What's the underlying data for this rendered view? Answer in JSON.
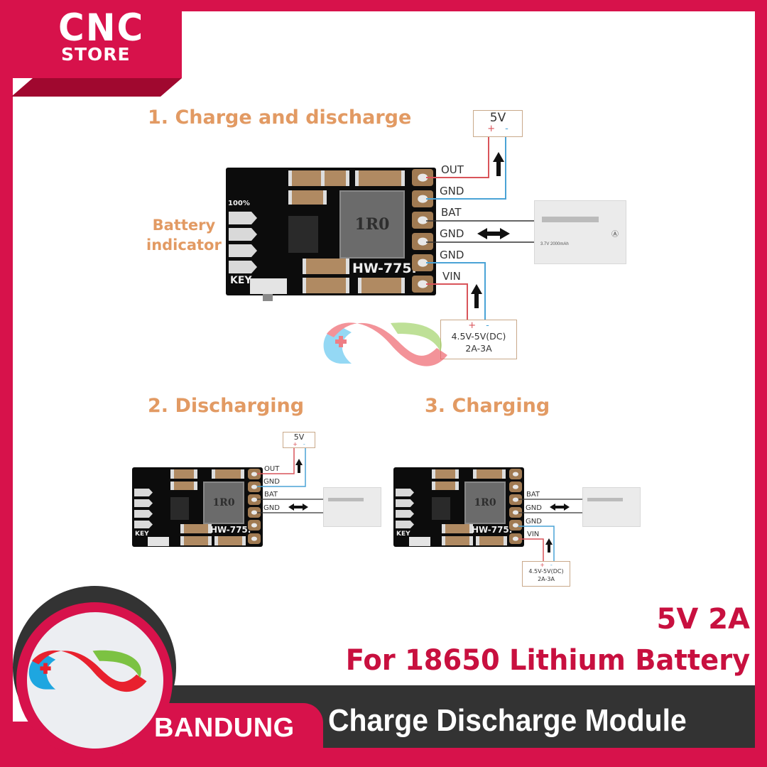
{
  "brand": {
    "logo_line1": "CNC",
    "logo_line2": "STORE",
    "location": "BANDUNG",
    "colors": {
      "primary": "#d7124b",
      "dark": "#333333",
      "title_orange": "#e29a63",
      "wire_red": "#d9545a",
      "wire_blue": "#4aa3d6"
    }
  },
  "headline": {
    "spec": "5V 2A",
    "subtitle": "For 18650 Lithium Battery",
    "product": "Charge Discharge Module"
  },
  "diagrams": [
    {
      "title": "1. Charge and discharge",
      "side_label_line1": "Battery",
      "side_label_line2": "indicator",
      "board": {
        "model": "HW-775.",
        "inductor": "1R0",
        "key_label": "KEY",
        "percent_label": "100%"
      },
      "pins": [
        "OUT",
        "GND",
        "BAT",
        "GND",
        "GND",
        "VIN"
      ],
      "output_box": {
        "label": "5V",
        "plus": "+",
        "minus": "-"
      },
      "input_box": {
        "line1": "4.5V-5V(DC)",
        "line2": "2A-3A",
        "plus": "+",
        "minus": "-"
      },
      "battery_label": "3.7V 2000mAh"
    },
    {
      "title": "2. Discharging",
      "board": {
        "model": "HW-775.",
        "inductor": "1R0",
        "key_label": "KEY"
      },
      "pins": [
        "OUT",
        "GND",
        "BAT",
        "GND"
      ],
      "output_box": {
        "label": "5V",
        "plus": "+",
        "minus": "-"
      }
    },
    {
      "title": "3. Charging",
      "board": {
        "model": "HW-775.",
        "inductor": "1R0",
        "key_label": "KEY"
      },
      "pins": [
        "BAT",
        "GND",
        "GND",
        "VIN"
      ],
      "input_box": {
        "line1": "4.5V-5V(DC)",
        "line2": "2A-3A",
        "plus": "+",
        "minus": "-"
      }
    }
  ]
}
